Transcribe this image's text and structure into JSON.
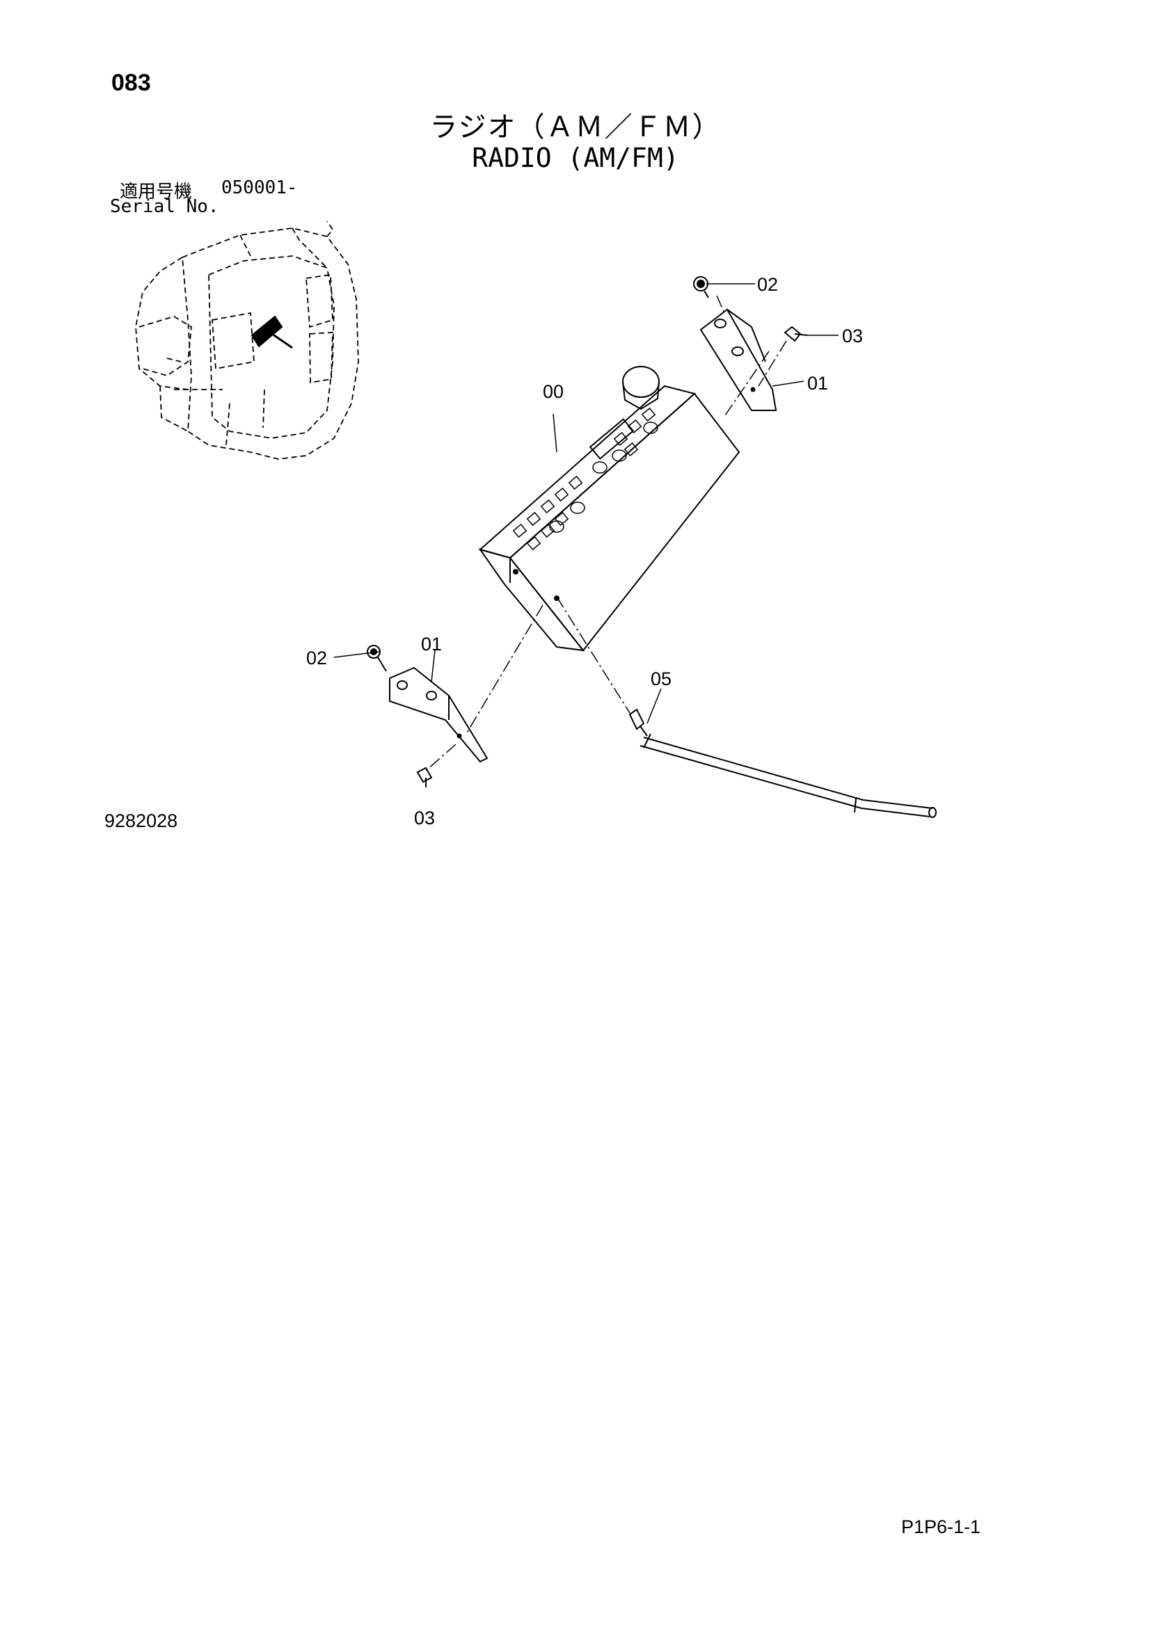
{
  "header": {
    "page_number": "083",
    "title_jp": "ラジオ（ＡＭ／ＦＭ）",
    "title_en": "RADIO (AM/FM)"
  },
  "serial": {
    "label_jp": "適用号機",
    "value": "050001-",
    "label_en": "Serial No."
  },
  "callouts": {
    "radio_unit": "00",
    "bracket_right": "01",
    "bolt_top_right": "02",
    "screw_right": "03",
    "bolt_left": "02",
    "bracket_left": "01",
    "screw_bottom": "03",
    "antenna_cable": "05"
  },
  "footer": {
    "drawing_number": "9282028",
    "page_code": "P1P6-1-1"
  }
}
